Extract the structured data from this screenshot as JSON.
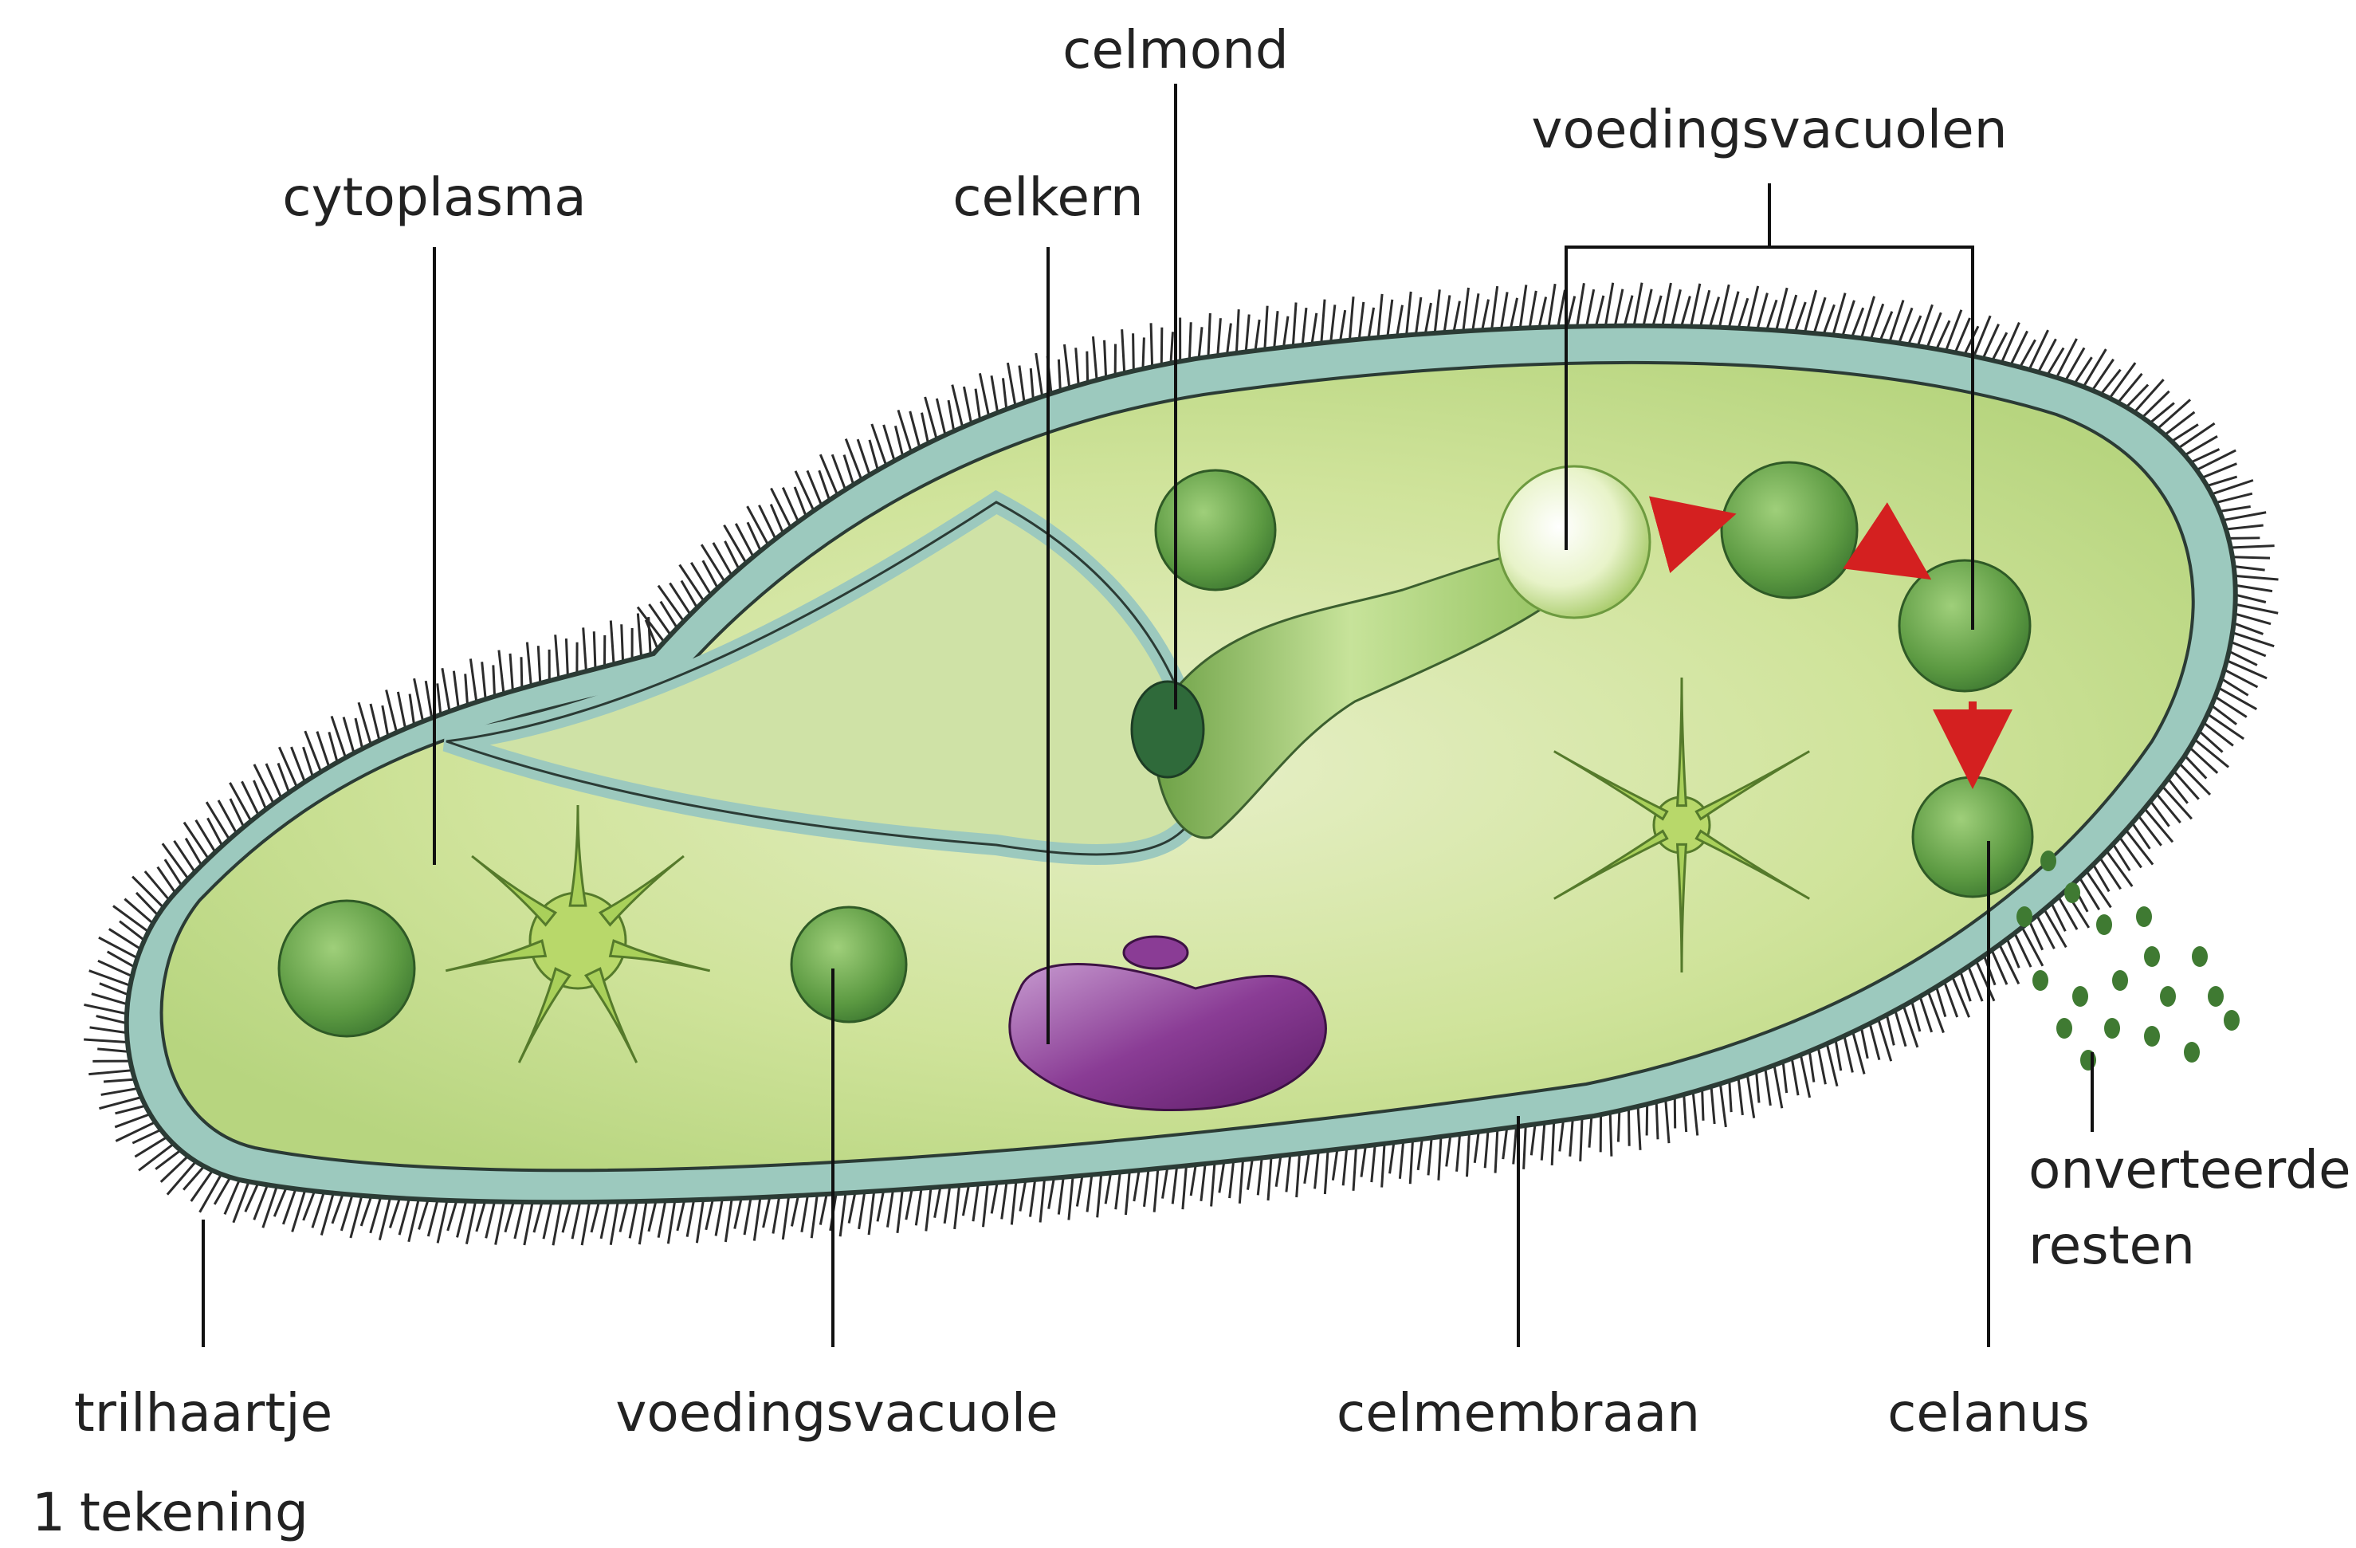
{
  "labels": {
    "celmond": "celmond",
    "voedingsvacuolen": "voedingsvacuolen",
    "cytoplasma": "cytoplasma",
    "celkern": "celkern",
    "onverteerde_line1": "onverteerde",
    "onverteerde_line2": "resten",
    "trilhaartje": "trilhaartje",
    "voedingsvacuole": "voedingsvacuole",
    "celmembraan": "celmembraan",
    "celanus": "celanus"
  },
  "caption": {
    "number": "1",
    "text": "tekening"
  },
  "colors": {
    "membrane": "#9cc9be",
    "cytoplasm": "#cfe39a",
    "vacuole": "#6fa84a",
    "nucleus": "#7a2d82",
    "arrow": "#d42020",
    "cilia": "#2b2b2b"
  }
}
